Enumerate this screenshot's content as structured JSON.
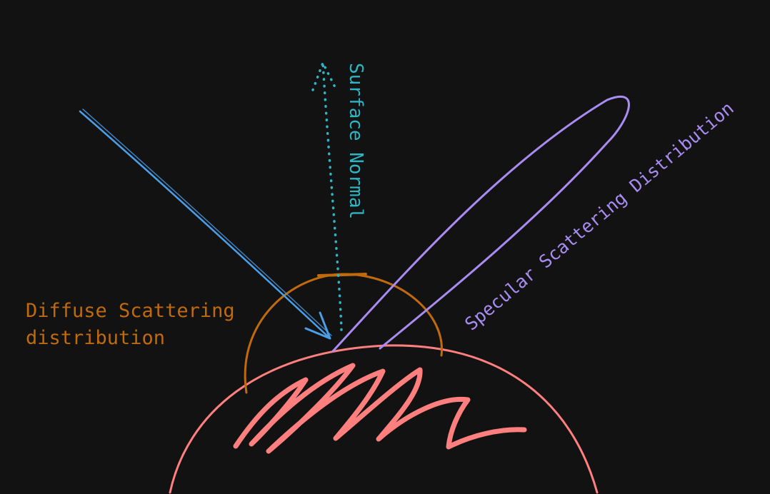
{
  "labels": {
    "surface_normal": "Surface Normal",
    "diffuse_line1": "Diffuse Scattering",
    "diffuse_line2": "distribution",
    "specular": "Specular Scattering Distribution"
  },
  "colors": {
    "background": "#121212",
    "incident_ray": "#4a9fe8",
    "surface_normal": "#2fb4c4",
    "diffuse": "#c06a0c",
    "specular": "#a98cf2",
    "surface": "#ff7f7f"
  }
}
